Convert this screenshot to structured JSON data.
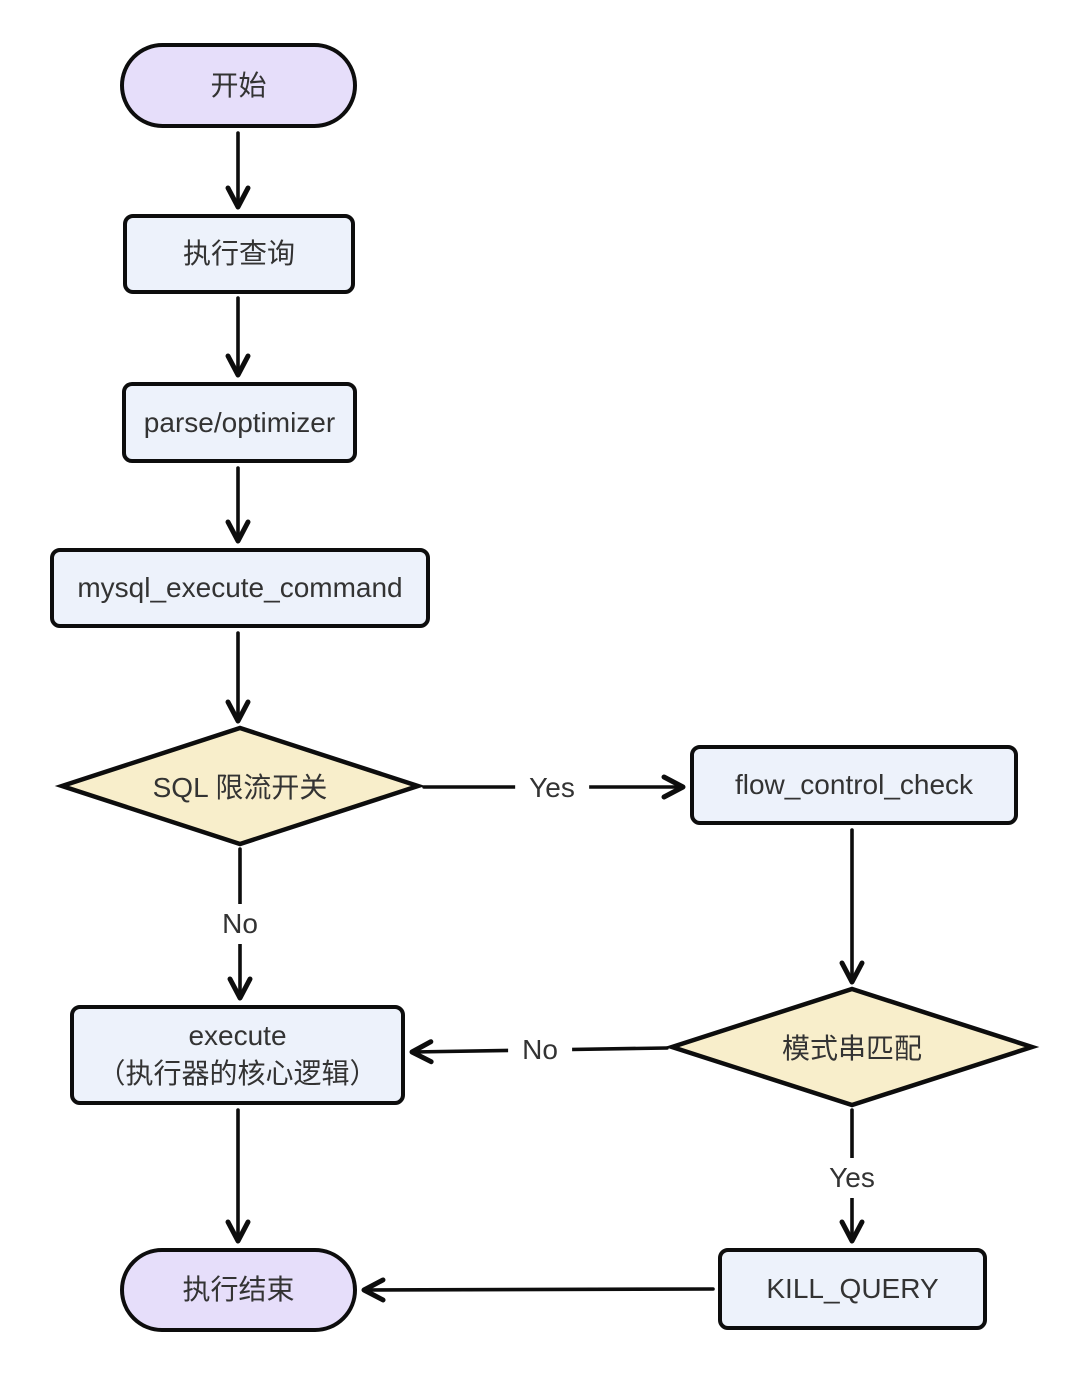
{
  "diagram": {
    "type": "flowchart",
    "direction": "top-down",
    "background": "#ffffff",
    "colors": {
      "terminal_fill": "#e6defa",
      "process_fill": "#edf2fb",
      "decision_fill": "#f8eecb",
      "border": "#0d0d0d",
      "arrow": "#0d0d0d",
      "text": "#333333"
    },
    "nodes": {
      "start": {
        "label": "开始",
        "shape": "stadium"
      },
      "exec_query": {
        "label": "执行查询",
        "shape": "process"
      },
      "parse_optimizer": {
        "label": "parse/optimizer",
        "shape": "process"
      },
      "mysql_execute_command": {
        "label": "mysql_execute_command",
        "shape": "process"
      },
      "sql_throttle_switch": {
        "label": "SQL 限流开关",
        "shape": "decision"
      },
      "flow_control_check": {
        "label": "flow_control_check",
        "shape": "process"
      },
      "pattern_match": {
        "label": "模式串匹配",
        "shape": "decision"
      },
      "execute": {
        "label": "execute",
        "sublabel": "（执行器的核心逻辑）",
        "shape": "process"
      },
      "kill_query": {
        "label": "KILL_QUERY",
        "shape": "process"
      },
      "end": {
        "label": "执行结束",
        "shape": "stadium"
      }
    },
    "edges": [
      {
        "from": "start",
        "to": "exec_query",
        "label": ""
      },
      {
        "from": "exec_query",
        "to": "parse_optimizer",
        "label": ""
      },
      {
        "from": "parse_optimizer",
        "to": "mysql_execute_command",
        "label": ""
      },
      {
        "from": "mysql_execute_command",
        "to": "sql_throttle_switch",
        "label": ""
      },
      {
        "from": "sql_throttle_switch",
        "to": "flow_control_check",
        "label": "Yes"
      },
      {
        "from": "sql_throttle_switch",
        "to": "execute",
        "label": "No"
      },
      {
        "from": "flow_control_check",
        "to": "pattern_match",
        "label": ""
      },
      {
        "from": "pattern_match",
        "to": "execute",
        "label": "No"
      },
      {
        "from": "pattern_match",
        "to": "kill_query",
        "label": "Yes"
      },
      {
        "from": "execute",
        "to": "end",
        "label": ""
      },
      {
        "from": "kill_query",
        "to": "end",
        "label": ""
      }
    ]
  }
}
